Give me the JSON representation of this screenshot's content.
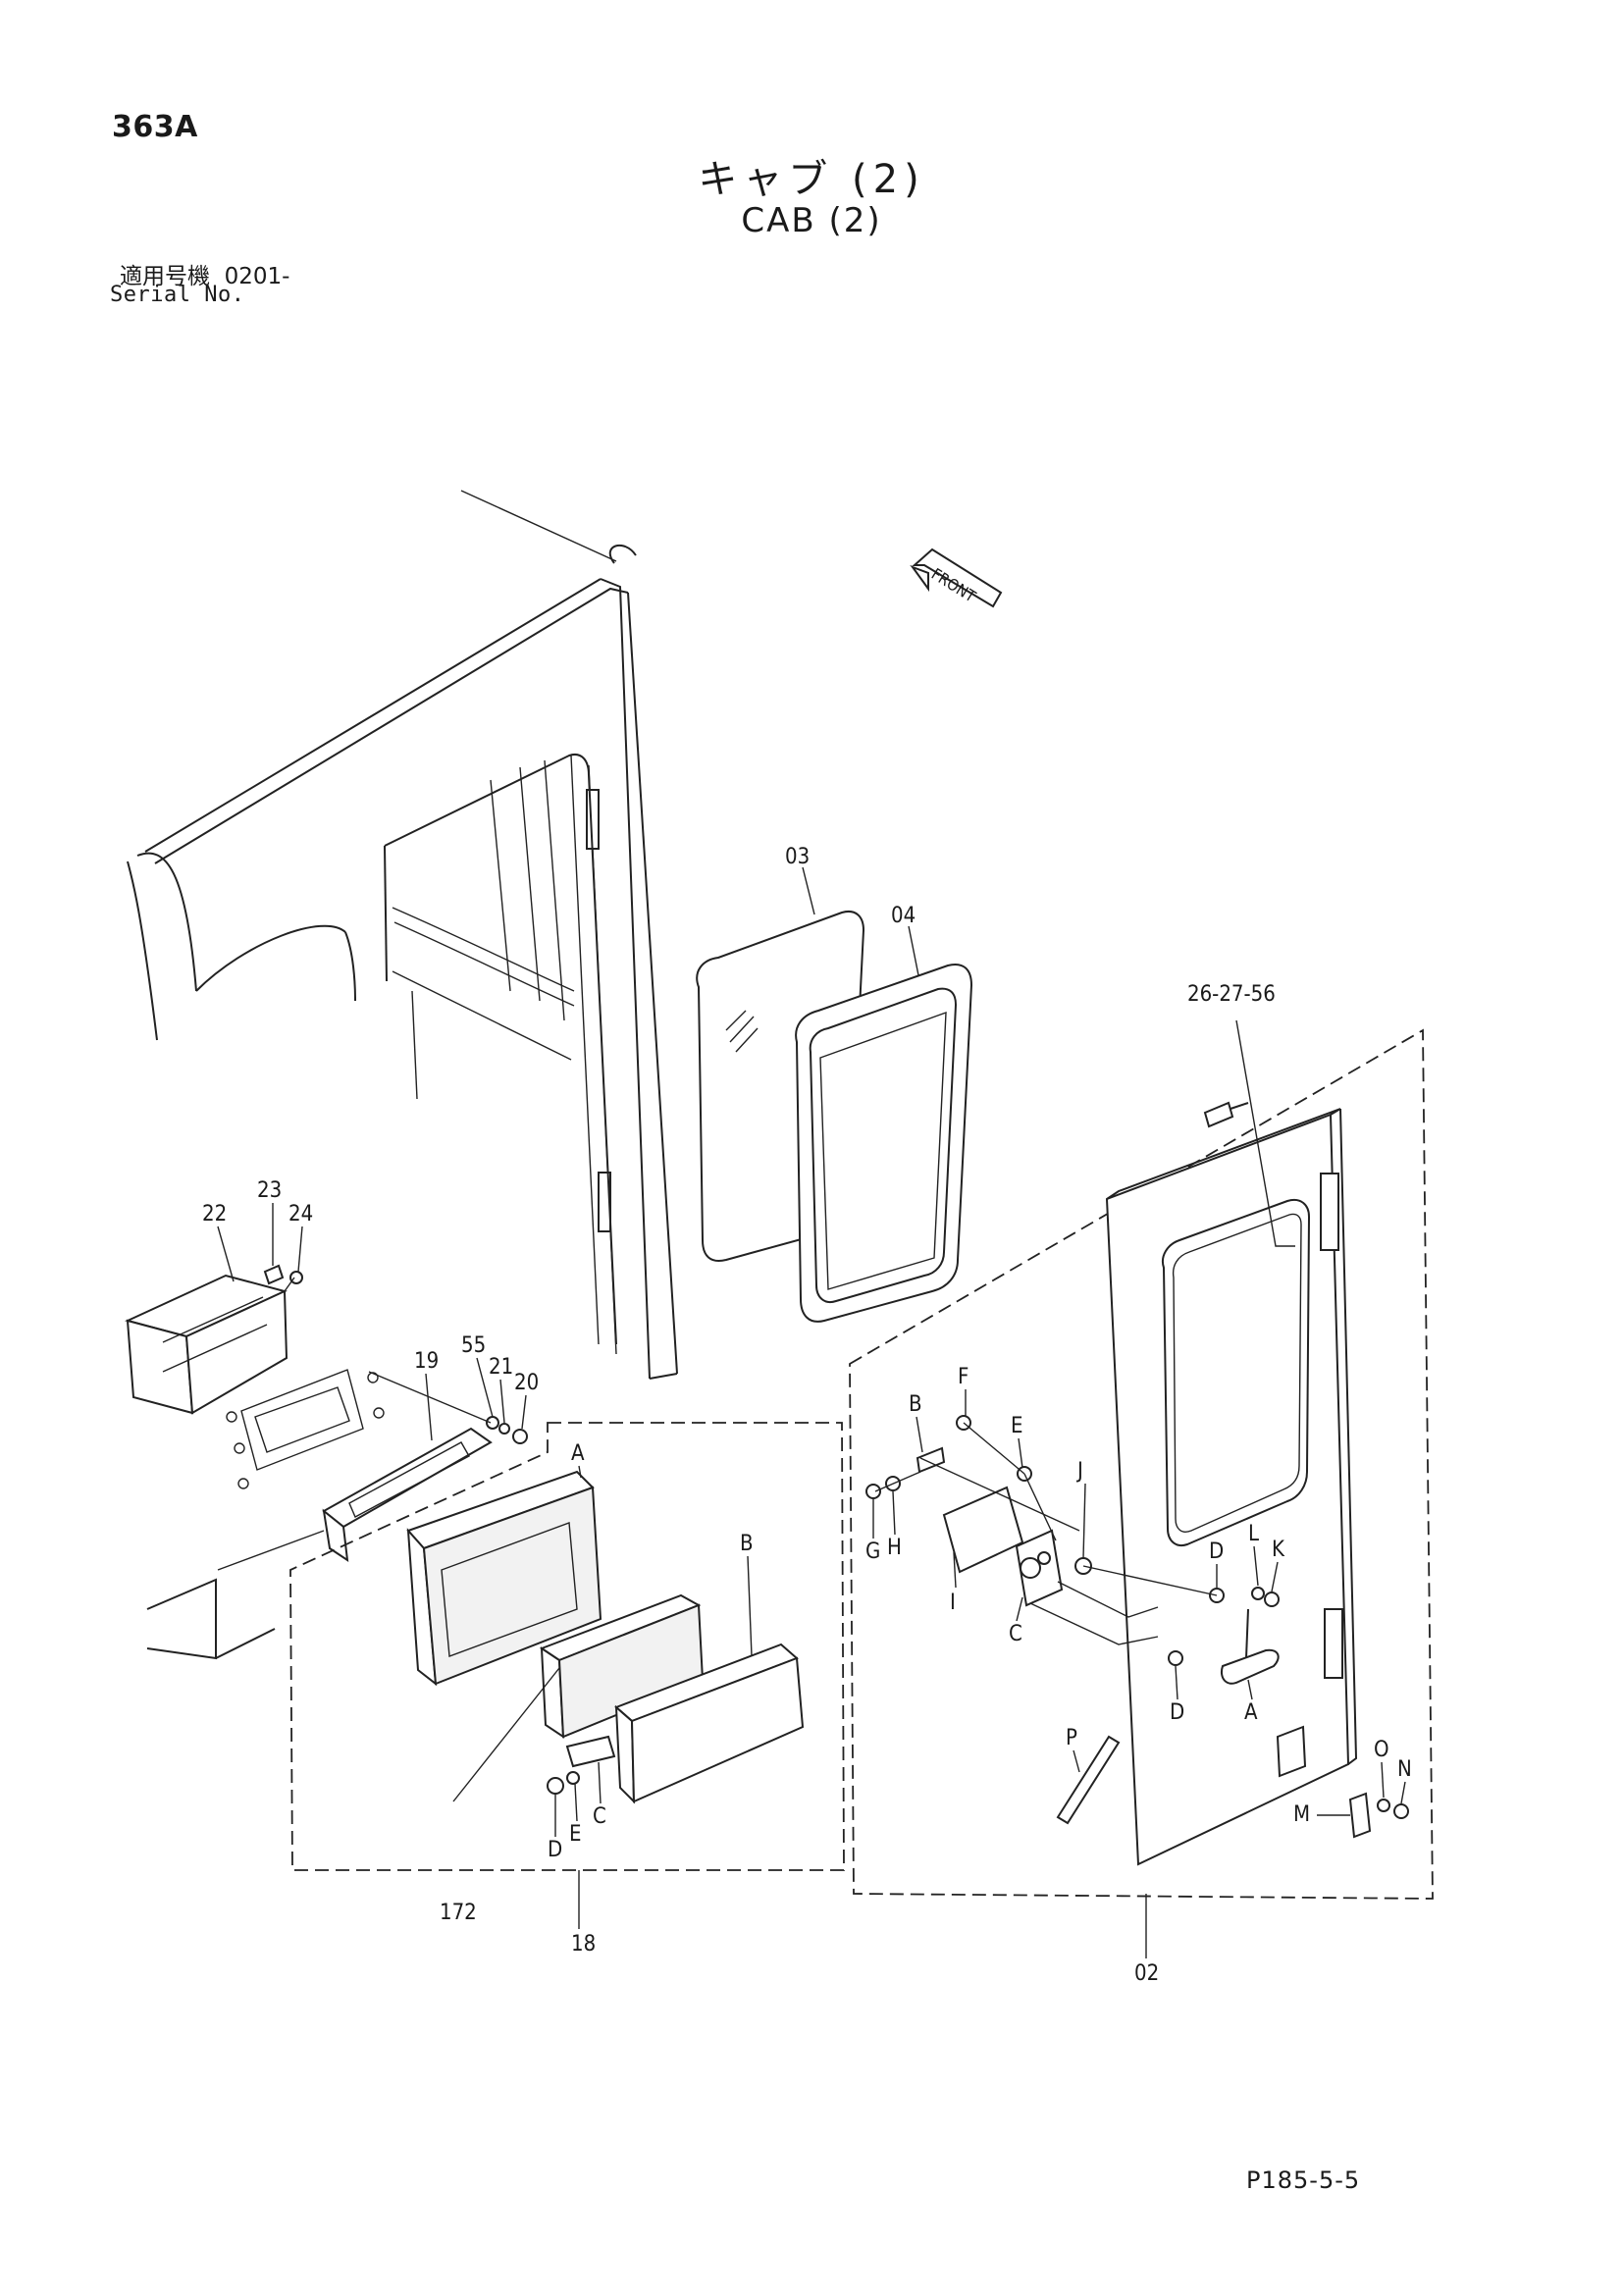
{
  "header": {
    "page_id": "363A",
    "title_jp": "キャブ (2)",
    "title_en": "CAB (2)",
    "serial_label_jp": "適用号機",
    "serial_value": "0201-",
    "serial_label_en": "Serial No."
  },
  "front_arrow_label": "FRONT",
  "callouts": [
    {
      "id": "c-03",
      "label": "03"
    },
    {
      "id": "c-04",
      "label": "04"
    },
    {
      "id": "c-26-27-56",
      "label": "26-27-56"
    },
    {
      "id": "c-22",
      "label": "22"
    },
    {
      "id": "c-23",
      "label": "23"
    },
    {
      "id": "c-24",
      "label": "24"
    },
    {
      "id": "c-19",
      "label": "19"
    },
    {
      "id": "c-55",
      "label": "55"
    },
    {
      "id": "c-21",
      "label": "21"
    },
    {
      "id": "c-20",
      "label": "20"
    },
    {
      "id": "c-18-A",
      "label": "A"
    },
    {
      "id": "c-18-B",
      "label": "B"
    },
    {
      "id": "c-18-C",
      "label": "C"
    },
    {
      "id": "c-18-D",
      "label": "D"
    },
    {
      "id": "c-18-E",
      "label": "E"
    },
    {
      "id": "c-172",
      "label": "172"
    },
    {
      "id": "c-18",
      "label": "18"
    },
    {
      "id": "c-02-F",
      "label": "F"
    },
    {
      "id": "c-02-B",
      "label": "B"
    },
    {
      "id": "c-02-E",
      "label": "E"
    },
    {
      "id": "c-02-J",
      "label": "J"
    },
    {
      "id": "c-02-G",
      "label": "G"
    },
    {
      "id": "c-02-H",
      "label": "H"
    },
    {
      "id": "c-02-I",
      "label": "I"
    },
    {
      "id": "c-02-C",
      "label": "C"
    },
    {
      "id": "c-02-D1",
      "label": "D"
    },
    {
      "id": "c-02-L",
      "label": "L"
    },
    {
      "id": "c-02-K",
      "label": "K"
    },
    {
      "id": "c-02-D2",
      "label": "D"
    },
    {
      "id": "c-02-A",
      "label": "A"
    },
    {
      "id": "c-02-P",
      "label": "P"
    },
    {
      "id": "c-02-O",
      "label": "O"
    },
    {
      "id": "c-02-N",
      "label": "N"
    },
    {
      "id": "c-02-M",
      "label": "M"
    },
    {
      "id": "c-02",
      "label": "02"
    }
  ],
  "footer": {
    "code": "P185-5-5"
  }
}
